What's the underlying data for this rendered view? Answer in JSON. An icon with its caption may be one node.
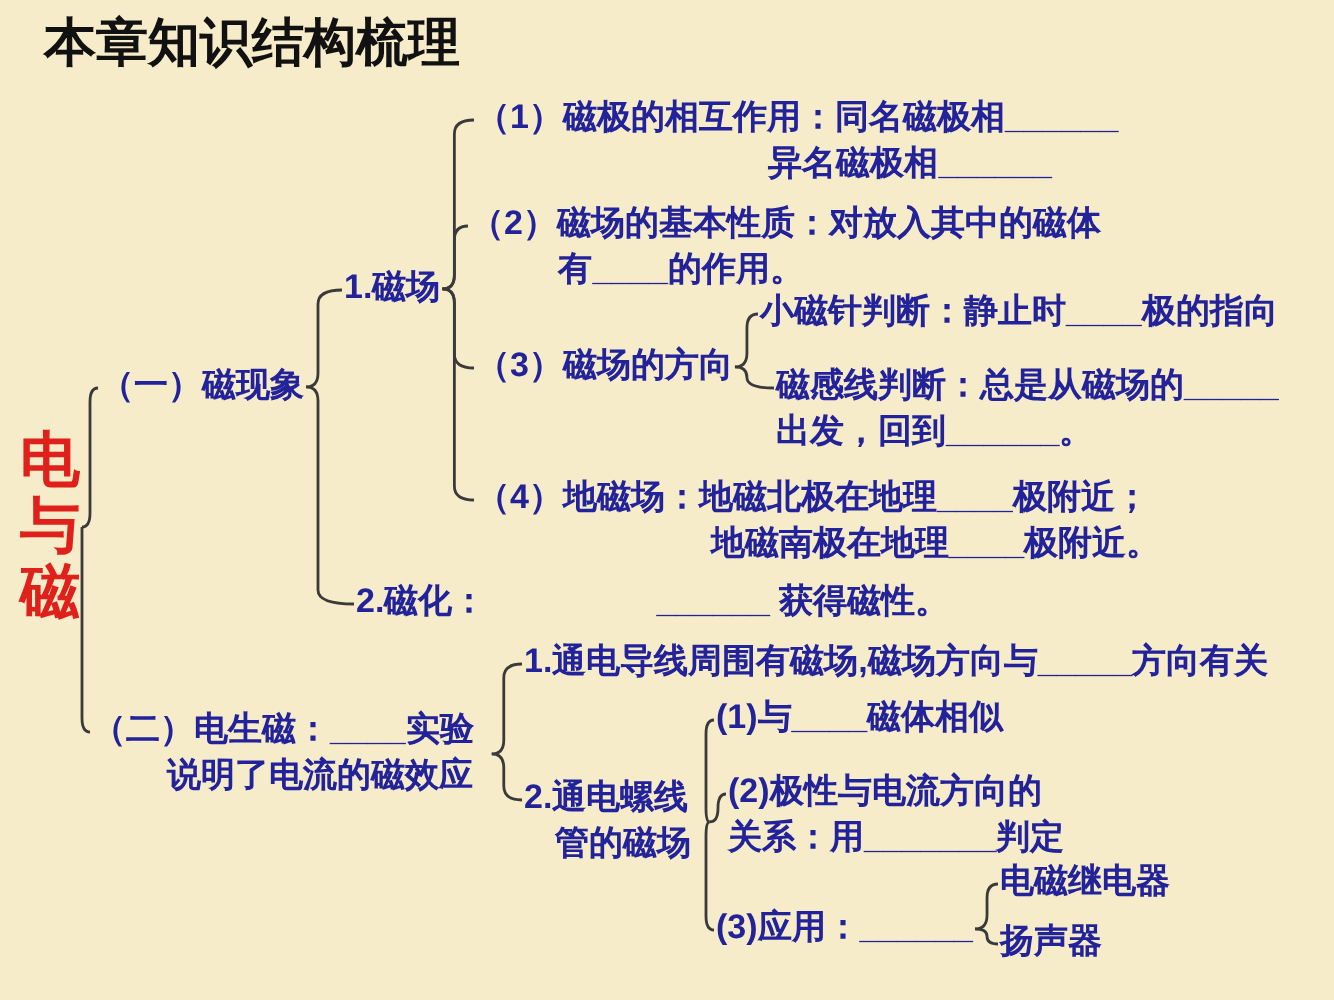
{
  "diagram": {
    "title": "本章知识结构梳理",
    "nodes": [
      {
        "text": [
          "电与磁"
        ]
      },
      {
        "text": [
          "（一）磁现象"
        ]
      },
      {
        "text": [
          "1.磁场"
        ]
      },
      {
        "text": [
          "（1）磁极的相互作用：同名磁极相______",
          "异名磁极相______"
        ]
      },
      {
        "text": [
          "（2）磁场的基本性质：对放入其中的磁体有____的作用。"
        ]
      },
      {
        "text": [
          "（3）磁场的方向"
        ]
      },
      {
        "text": [
          "小磁针判断：静止时____极的指向"
        ]
      },
      {
        "text": [
          "磁感线判断：总是从磁场的_____出发，回到______。"
        ]
      },
      {
        "text": [
          "（4）地磁场：地磁北极在地理____极附近；",
          "地磁南极在地理____极附近。"
        ]
      },
      {
        "text": [
          "2.磁化：",
          "______ 获得磁性。"
        ]
      },
      {
        "text": [
          "（二）电生磁：____实验说明了电流的磁效应"
        ]
      },
      {
        "text": [
          "1.通电导线周围有磁场,磁场方向与_____方向有关"
        ]
      },
      {
        "text": [
          "2.通电螺线管的磁场"
        ]
      },
      {
        "text": [
          "(1)与____磁体相似"
        ]
      },
      {
        "text": [
          "(2)极性与电流方向的关系：用_______判定"
        ]
      },
      {
        "text": [
          "(3)应用：______"
        ]
      },
      {
        "text": [
          "电磁继电器"
        ]
      },
      {
        "text": [
          "扬声器"
        ]
      }
    ],
    "edges": [
      {
        "from": 0,
        "to": 1,
        "arrow": "none"
      },
      {
        "from": 0,
        "to": 10,
        "arrow": "none"
      },
      {
        "from": 1,
        "to": 2,
        "arrow": "none"
      },
      {
        "from": 1,
        "to": 9,
        "arrow": "none"
      },
      {
        "from": 2,
        "to": 3,
        "arrow": "none"
      },
      {
        "from": 2,
        "to": 4,
        "arrow": "none"
      },
      {
        "from": 2,
        "to": 5,
        "arrow": "none"
      },
      {
        "from": 2,
        "to": 8,
        "arrow": "none"
      },
      {
        "from": 5,
        "to": 6,
        "arrow": "none"
      },
      {
        "from": 5,
        "to": 7,
        "arrow": "none"
      },
      {
        "from": 10,
        "to": 11,
        "arrow": "none"
      },
      {
        "from": 10,
        "to": 12,
        "arrow": "none"
      },
      {
        "from": 12,
        "to": 13,
        "arrow": "none"
      },
      {
        "from": 12,
        "to": 14,
        "arrow": "none"
      },
      {
        "from": 12,
        "to": 15,
        "arrow": "none"
      },
      {
        "from": 15,
        "to": 16,
        "arrow": "none"
      },
      {
        "from": 15,
        "to": 17,
        "arrow": "none"
      }
    ]
  }
}
